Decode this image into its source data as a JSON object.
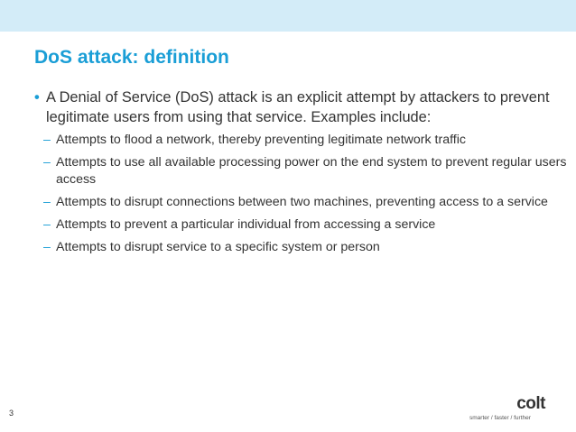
{
  "slide": {
    "title": "DoS attack: definition",
    "bullet_marker": "•",
    "sub_marker": "–",
    "bullet_text": "A Denial of Service (DoS) attack is an explicit attempt by attackers to prevent legitimate users from using that service. Examples include:",
    "sub_items": [
      "Attempts to flood a network, thereby preventing legitimate network traffic",
      "Attempts to use all available processing power on the end system to prevent regular users access",
      "Attempts to disrupt connections between two machines, preventing access to a service",
      "Attempts to prevent a particular individual from accessing a service",
      "Attempts to disrupt service to a specific system or person"
    ],
    "page_number": "3"
  },
  "logo": {
    "wordmark": "colt",
    "tagline": "smarter / faster / further"
  },
  "colors": {
    "accent": "#1a9ed6",
    "top_bar": "#d3ecf8",
    "text": "#333333"
  }
}
